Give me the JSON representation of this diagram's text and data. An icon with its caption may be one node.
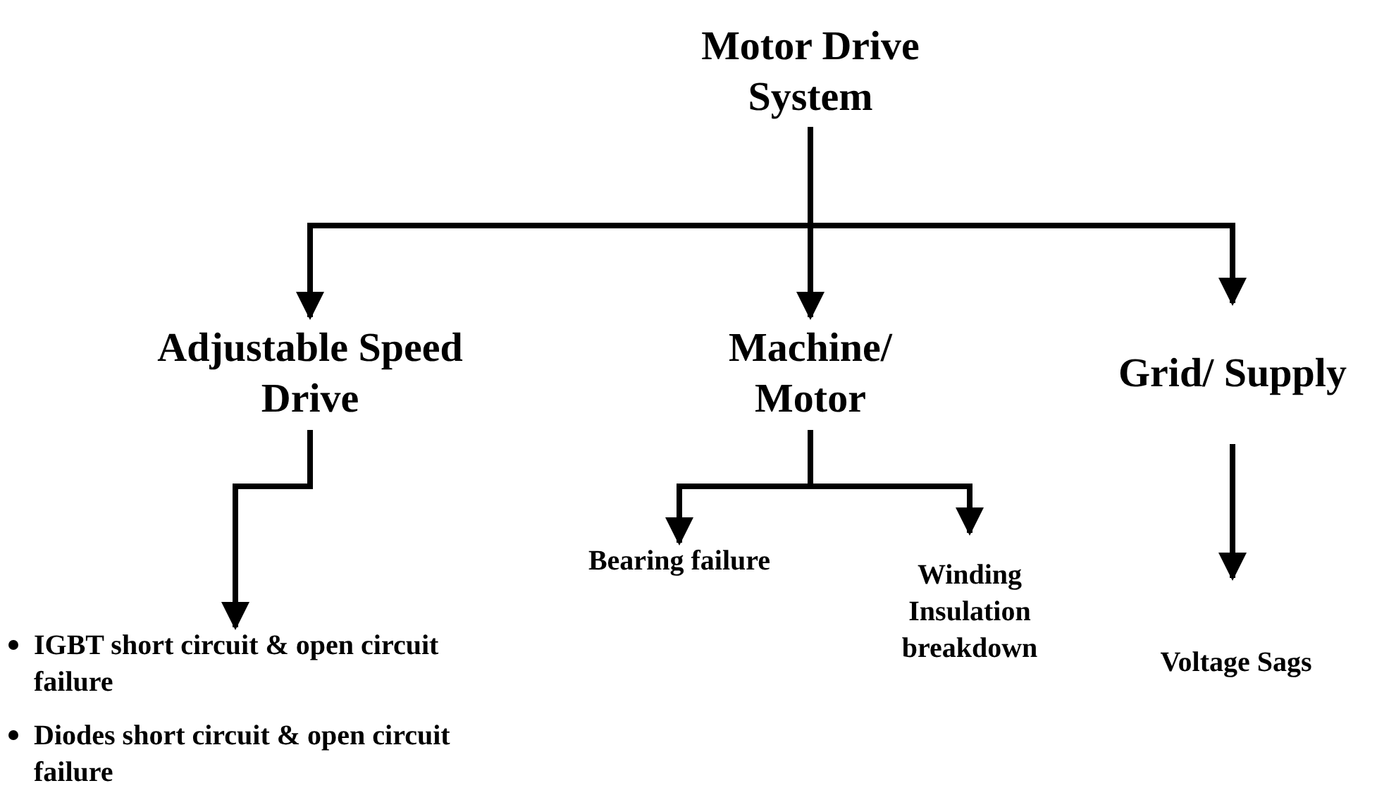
{
  "diagram": {
    "nodes": [
      {
        "text": [
          "Motor Drive System"
        ]
      },
      {
        "text": [
          "Adjustable Speed Drive"
        ]
      },
      {
        "text": [
          "Machine/ Motor"
        ]
      },
      {
        "text": [
          "Grid/ Supply"
        ]
      },
      {
        "text": [
          "IGBT short circuit & open circuit failure",
          "Diodes short circuit & open circuit failure"
        ]
      },
      {
        "text": [
          "Bearing failure"
        ]
      },
      {
        "text": [
          "Winding Insulation breakdown"
        ]
      },
      {
        "text": [
          "Voltage Sags"
        ]
      }
    ],
    "edges": [
      {
        "from": 0,
        "to": 1,
        "arrow": "to"
      },
      {
        "from": 0,
        "to": 2,
        "arrow": "to"
      },
      {
        "from": 0,
        "to": 3,
        "arrow": "to"
      },
      {
        "from": 1,
        "to": 4,
        "arrow": "to"
      },
      {
        "from": 2,
        "to": 5,
        "arrow": "to"
      },
      {
        "from": 2,
        "to": 6,
        "arrow": "to"
      },
      {
        "from": 3,
        "to": 7,
        "arrow": "to"
      }
    ]
  }
}
